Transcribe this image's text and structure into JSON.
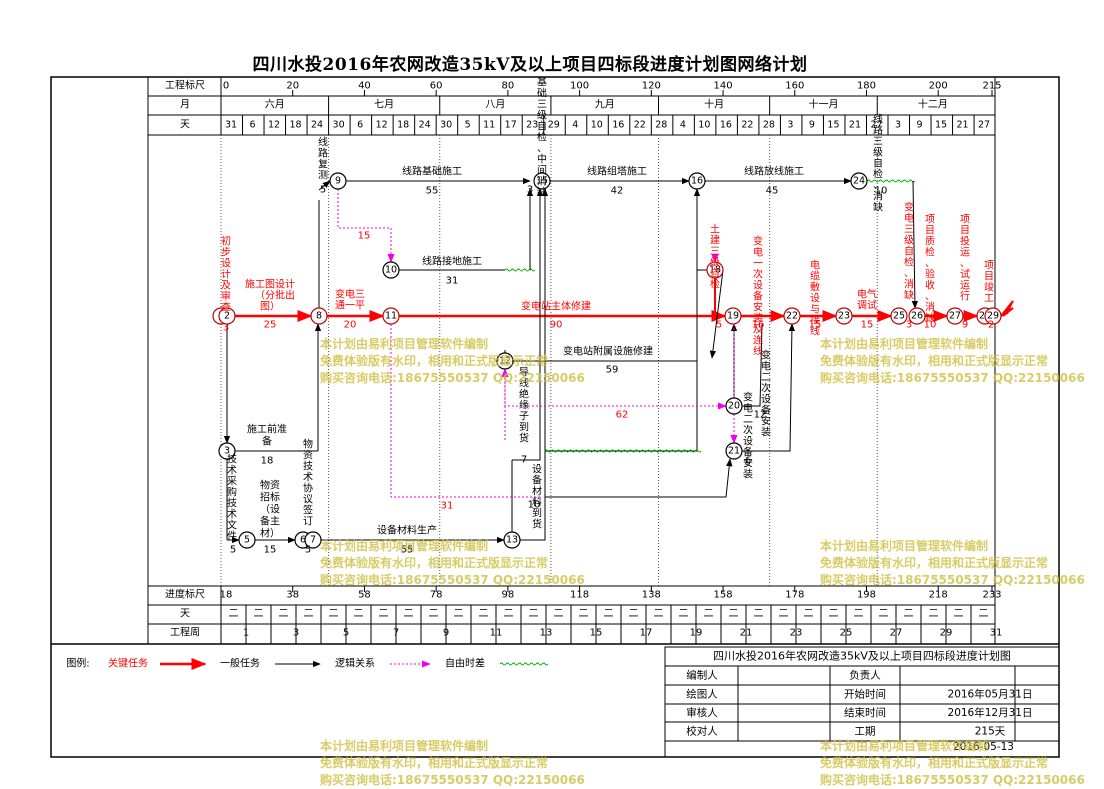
{
  "title": "四川水投2016年农网改造35kV及以上项目四标段进度计划图网络计划",
  "header": {
    "scale_label": "工程标尺",
    "scale_ticks": [
      "0",
      "20",
      "40",
      "60",
      "80",
      "100",
      "120",
      "140",
      "160",
      "180",
      "200",
      "215"
    ],
    "month_label": "月",
    "months": [
      "六月",
      "七月",
      "八月",
      "九月",
      "十月",
      "十一月",
      "十二月"
    ],
    "day_label": "天",
    "days": [
      "31",
      "6",
      "12",
      "18",
      "24",
      "30",
      "6",
      "12",
      "18",
      "24",
      "30",
      "5",
      "11",
      "17",
      "23",
      "29",
      "4",
      "10",
      "16",
      "22",
      "28",
      "4",
      "10",
      "16",
      "22",
      "28",
      "3",
      "9",
      "15",
      "21",
      "27",
      "3",
      "9",
      "15",
      "21",
      "27"
    ]
  },
  "footer": {
    "progress_label": "进度标尺",
    "progress_ticks": [
      "18",
      "38",
      "58",
      "78",
      "98",
      "118",
      "138",
      "158",
      "178",
      "198",
      "218",
      "233"
    ],
    "day_label": "天",
    "week_label": "工程周",
    "weeks": [
      "1",
      "3",
      "5",
      "7",
      "9",
      "11",
      "13",
      "15",
      "17",
      "19",
      "21",
      "23",
      "25",
      "27",
      "29",
      "31"
    ]
  },
  "network": {
    "nodes": [
      "1",
      "2",
      "3",
      "5",
      "6",
      "7",
      "8",
      "9",
      "10",
      "11",
      "12",
      "13",
      "15",
      "16",
      "18",
      "19",
      "20",
      "21",
      "22",
      "23",
      "24",
      "25",
      "26",
      "27",
      "28",
      "29"
    ],
    "tasks": [
      {
        "name": "施工图设计（分批出图）",
        "days": "25"
      },
      {
        "name": "变电三通一平",
        "days": "20"
      },
      {
        "name": "变电站主体修建",
        "days": "90"
      },
      {
        "name": "变电站附属设施修建",
        "days": "59"
      },
      {
        "name": "线路复测",
        "days": "5"
      },
      {
        "name": "线路基础施工",
        "days": "55"
      },
      {
        "name": "线路组塔施工",
        "days": "42"
      },
      {
        "name": "线路放线施工",
        "days": "45"
      },
      {
        "name": "线路接地施工",
        "days": "31"
      },
      {
        "name": "施工前准备",
        "days": "18"
      },
      {
        "name": "物资技术协议签订",
        "days": "5"
      },
      {
        "name": "物资招标（设备主材）",
        "days": "15"
      },
      {
        "name": "设备材料生产",
        "days": "55"
      },
      {
        "name": "设备材料到货",
        "days": "10"
      },
      {
        "name": "导线绝缘子到货",
        "days": "7"
      },
      {
        "name": "变电一次设备安装及连线",
        "days": "16"
      },
      {
        "name": "电缆敷设与接线",
        "days": "15"
      },
      {
        "name": "电气调试",
        "days": "15"
      },
      {
        "name": "变电二次设备安装",
        "days": "12"
      },
      {
        "name": "变电二次设备安装",
        "days": "6"
      },
      {
        "name": "项目质检、验收、消缺",
        "days": "10"
      },
      {
        "name": "项目投运、试运行",
        "days": "9"
      },
      {
        "name": "项目竣工",
        "days": "2"
      },
      {
        "name": "初步设计及审查",
        "days": "3"
      },
      {
        "name": "土建三级自检",
        "days": "5"
      },
      {
        "name": "基础三级自检、中间消缺",
        "days": "3"
      },
      {
        "name": "线路三级自检、消缺",
        "days": "10"
      },
      {
        "name": "变电三级自检、消缺",
        "days": "3"
      },
      {
        "name": "技术采购技术文件",
        "days": "5"
      }
    ],
    "free_floats": [
      "15",
      "31",
      "62"
    ]
  },
  "legend": {
    "label": "图例:",
    "critical": "关键任务",
    "normal": "一般任务",
    "logic": "逻辑关系",
    "free_float": "自由时差"
  },
  "info": {
    "title": "四川水投2016年农网改造35kV及以上项目四标段进度计划图",
    "rows": [
      [
        "编制人",
        "",
        "负责人",
        ""
      ],
      [
        "绘图人",
        "",
        "开始时间",
        "2016年05月31日"
      ],
      [
        "审核人",
        "",
        "结束时间",
        "2016年12月31日"
      ],
      [
        "校对人",
        "",
        "工期",
        "215天"
      ]
    ],
    "date": "2016-05-13"
  },
  "watermark": {
    "line1": "本计划由易利项目管理软件编制",
    "line2": "免费体验版有水印，相用和正式版显示正常",
    "line3": "购买咨询电话:18675550537 QQ:22150066"
  },
  "colors": {
    "critical": "#ff0000",
    "normal": "#000000",
    "logic": "#cc00cc",
    "float": "#00aa00",
    "watermark": "#d2c23a"
  }
}
